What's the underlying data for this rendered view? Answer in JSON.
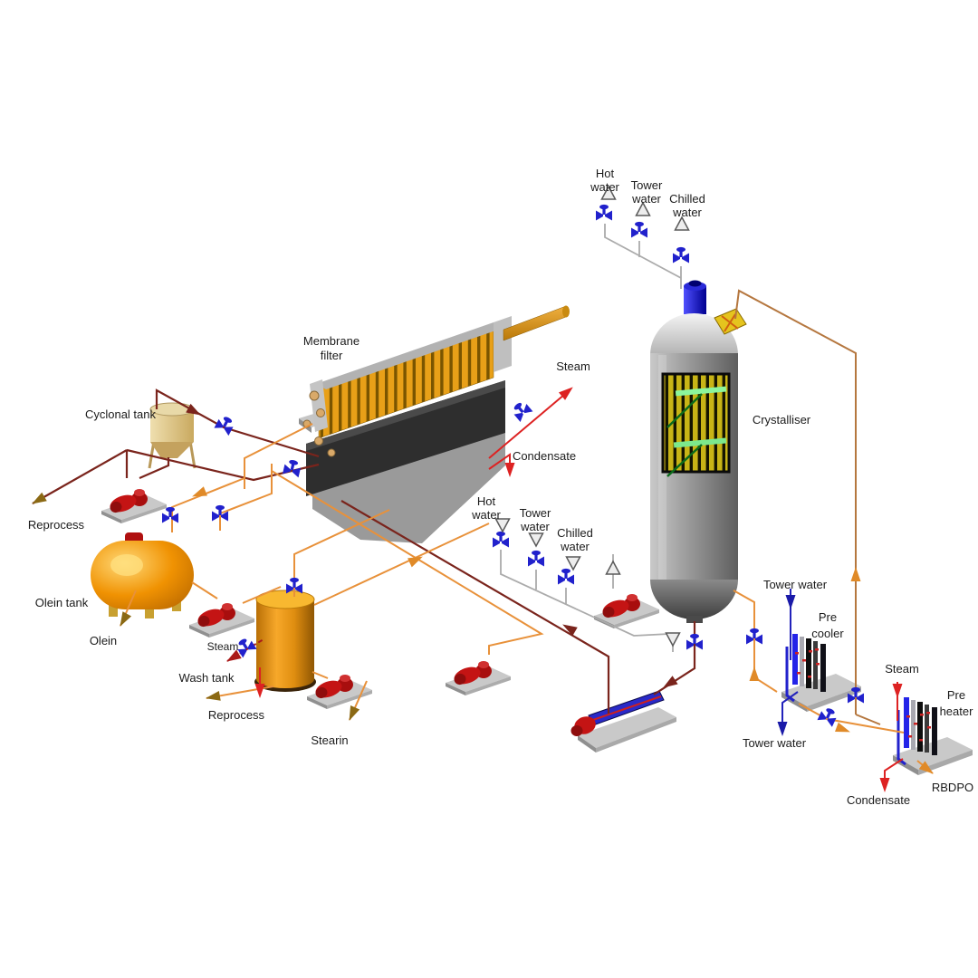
{
  "diagram": {
    "type": "process-flow-diagram",
    "subject": "palm-oil-fractionation-plant",
    "background": "#FFFFFF",
    "equipment_labels": {
      "cyclonal_tank": "Cyclonal tank",
      "membrane_filter": [
        "Membrane",
        "filter"
      ],
      "olein_tank": "Olein tank",
      "wash_tank": "Wash tank",
      "crystalliser": "Crystalliser",
      "pre_cooler": [
        "Pre",
        "cooler"
      ],
      "pre_heater": [
        "Pre",
        "heater"
      ]
    },
    "stream_labels": {
      "hot_water_top": [
        "Hot",
        "water"
      ],
      "tower_water_top": [
        "Tower",
        "water"
      ],
      "chilled_water_top": [
        "Chilled",
        "water"
      ],
      "steam_filter": "Steam",
      "condensate_filter": "Condensate",
      "hot_water_mid": [
        "Hot",
        "water"
      ],
      "tower_water_mid": [
        "Tower",
        "water"
      ],
      "chilled_water_mid": [
        "Chilled",
        "water"
      ],
      "reprocess_left": "Reprocess",
      "olein_product": "Olein",
      "steam_wash_tank": "Steam",
      "reprocess_wash_tank": "Reprocess",
      "stearin_product": "Stearin",
      "tower_water_in": "Tower water",
      "tower_water_out": "Tower water",
      "steam_pre_heater": "Steam",
      "condensate_pre_heater": "Condensate",
      "rbdpo_feed": "RBDPO"
    },
    "colors": {
      "pipe_orange": "#E8913A",
      "pipe_maroon": "#7A241C",
      "pipe_red": "#DD2222",
      "pipe_steam_dark": "#AA1A1A",
      "pipe_gray": "#ABABAB",
      "pipe_blue": "#2222BB",
      "pipe_tan": "#B5773F",
      "valve_blue": "#2121CC",
      "pump_red": "#C41414",
      "arrow_olive": "#8B6914",
      "arrow_orange": "#E08A28",
      "arrow_blue": "#1A1AA8",
      "tank_orange": "#EE8E0C",
      "tank_tan": "#D9BC85",
      "vessel_gray": "#8F8F8F",
      "platform_gray": "#C6C6C6",
      "filter_plate_orange": "#E8A018",
      "crystalliser_tube_yellow": "#C8B416",
      "agitator_green": "#37D837",
      "motor_blue": "#2222DD",
      "hatch_yellow": "#E5C41E"
    }
  }
}
